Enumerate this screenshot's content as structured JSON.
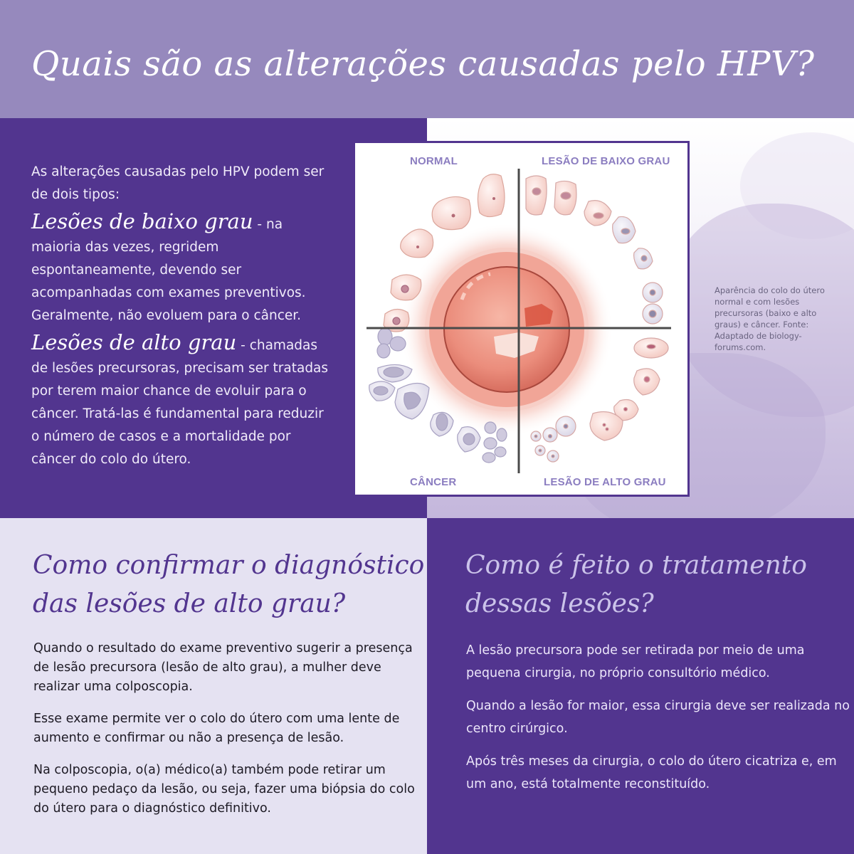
{
  "header": {
    "title": "Quais são as alterações causadas pelo HPV?",
    "background": "#9689bd"
  },
  "intro": {
    "lead": "As alterações causadas pelo HPV podem ser de dois tipos:",
    "low_grade": {
      "term": "Lesões de baixo grau",
      "text": " - na maioria das vezes, regridem espontaneamente, devendo ser acompanhadas com exames preventivos. Geralmente, não evoluem para o câncer."
    },
    "high_grade": {
      "term": "Lesões de alto grau",
      "text": " - chamadas de lesões precursoras, precisam ser tratadas por terem maior chance de evoluir para o câncer. Tratá-las é fundamental para reduzir o número de casos e a mortalidade por câncer do colo do útero."
    }
  },
  "figure": {
    "quadrants": {
      "top_left": "NORMAL",
      "top_right": "LESÃO DE BAIXO GRAU",
      "bottom_left": "CÂNCER",
      "bottom_right": "LESÃO DE ALTO GRAU"
    },
    "caption": "Aparência do colo do útero normal e com lesões precursoras (baixo e alto graus) e câncer. Fonte:  Adaptado de biology-forums.com."
  },
  "diagnosis": {
    "title_line1": "Como confirmar o diagnóstico",
    "title_line2": "das lesões de alto grau?",
    "paragraphs": [
      "Quando o resultado do exame preventivo sugerir a presença de lesão precursora (lesão de alto grau), a mulher deve realizar uma colposcopia.",
      "Esse exame permite ver o colo do útero com uma lente de aumento e confirmar ou não a presença de lesão.",
      "Na colposcopia, o(a) médico(a) também pode retirar um pequeno pedaço da lesão, ou seja, fazer uma biópsia do colo do útero para o diagnóstico definitivo."
    ]
  },
  "treatment": {
    "title_line1": "Como é feito o tratamento",
    "title_line2": "dessas lesões?",
    "paragraphs": [
      "A lesão precursora pode ser retirada por meio de uma pequena cirurgia, no próprio consultório médico.",
      "Quando a lesão for maior, essa cirurgia deve ser realizada no centro cirúrgico.",
      "Após três meses da cirurgia, o colo do útero cicatriza e, em um ano, está totalmente reconstituído."
    ]
  },
  "colors": {
    "primary_purple": "#52358f",
    "header_lavender": "#9689bd",
    "light_lavender": "#e5e2f2",
    "label_purple": "#8b7dc0"
  }
}
